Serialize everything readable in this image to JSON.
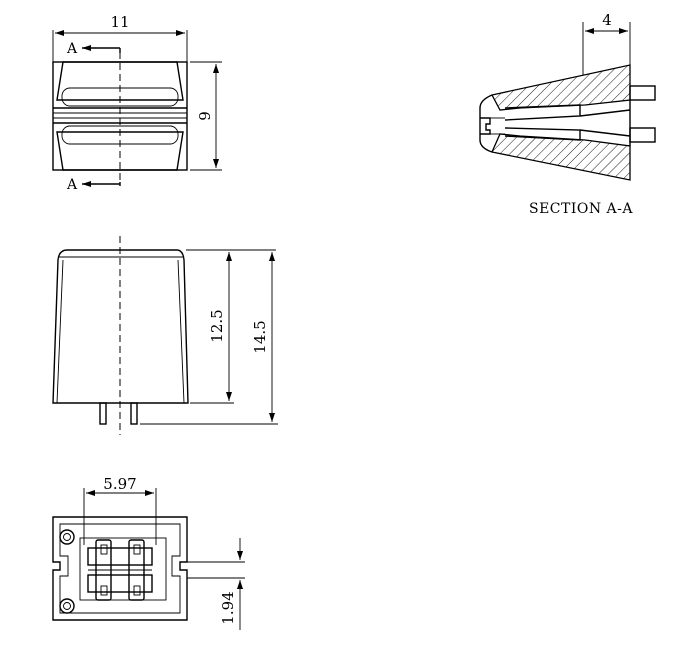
{
  "views": {
    "top": {
      "width_dim": "11",
      "height_dim": "9",
      "section_mark_top": "A",
      "section_mark_bottom": "A"
    },
    "section": {
      "width_dim": "4",
      "caption": "SECTION A-A"
    },
    "front": {
      "body_height_dim": "12.5",
      "total_height_dim": "14.5"
    },
    "bottom": {
      "pitch_dim": "5.97",
      "offset_dim": "1.94"
    }
  }
}
